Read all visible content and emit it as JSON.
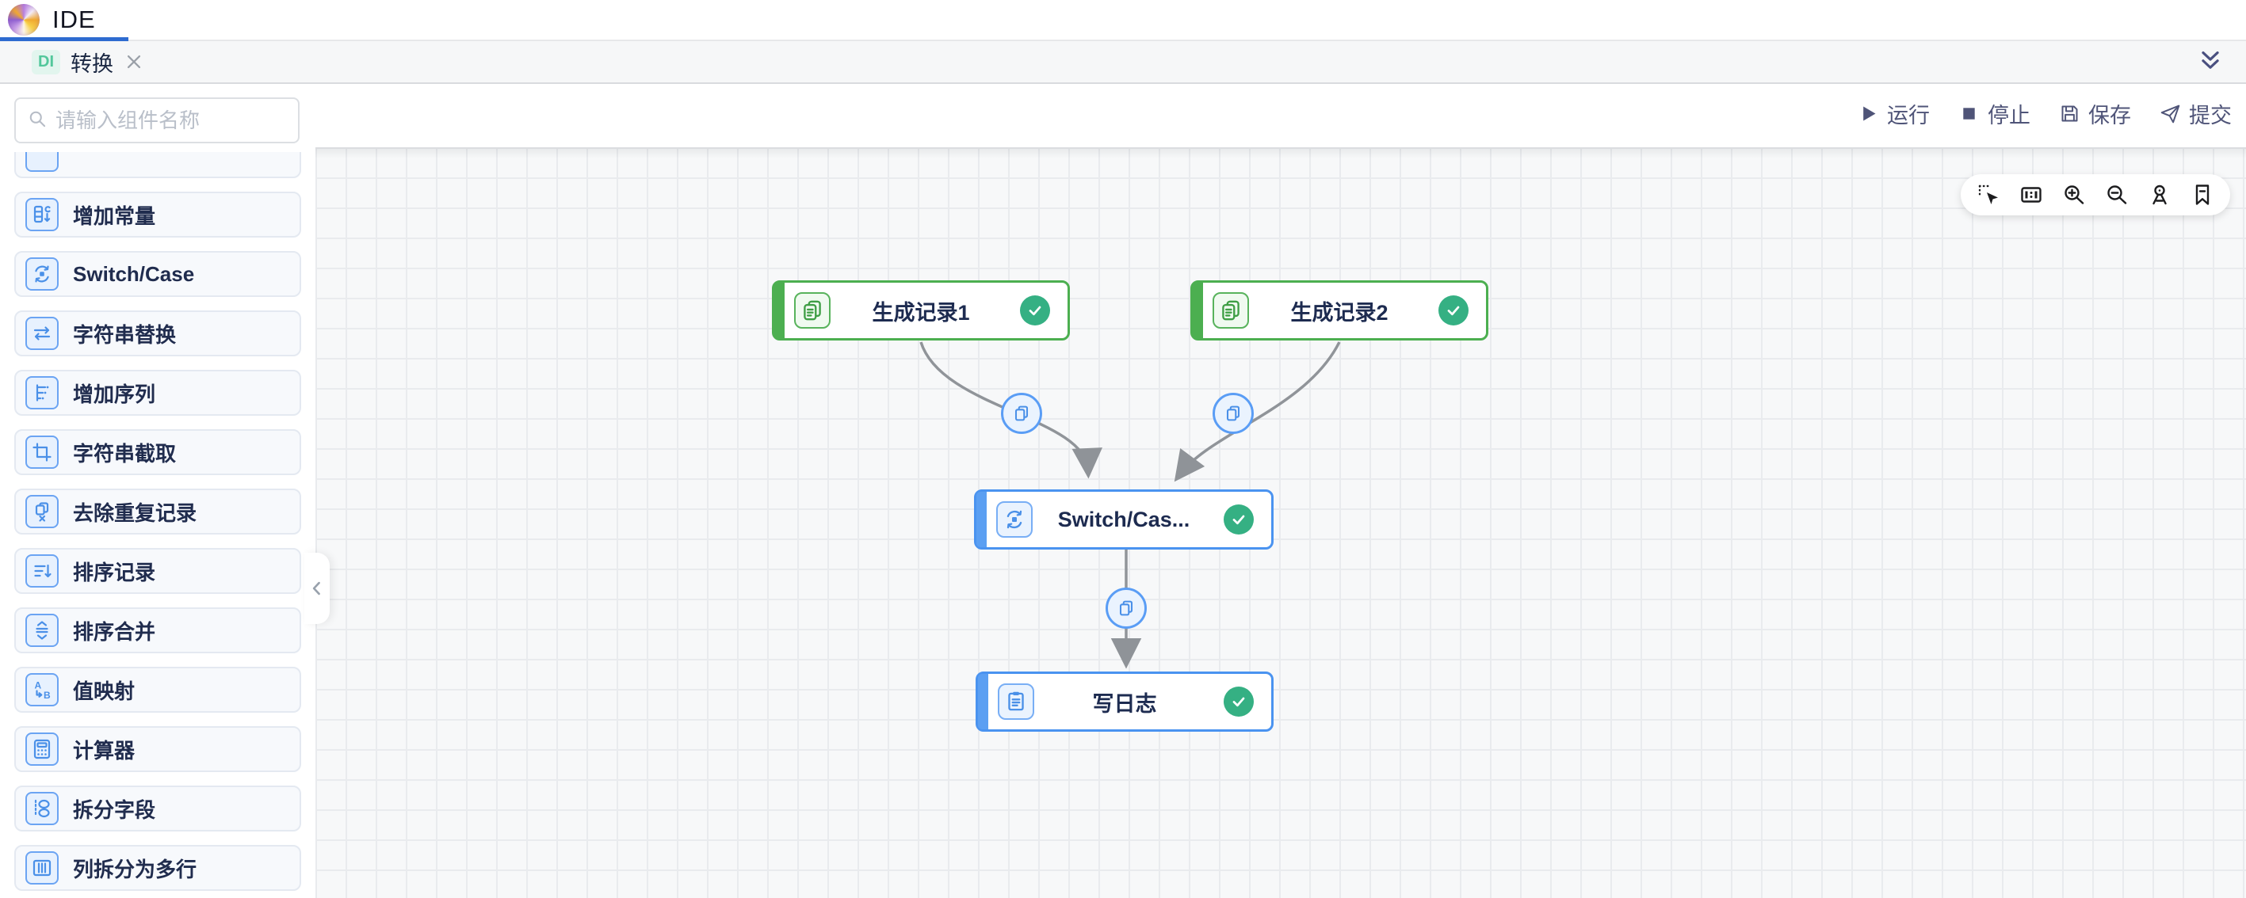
{
  "header": {
    "app_title": "IDE",
    "logo": "app-logo"
  },
  "tab_bar": {
    "tabs": [
      {
        "badge": "DI",
        "label": "转换",
        "close_icon": "close-icon"
      }
    ],
    "collapse_all_icon": "double-chevron-down-icon"
  },
  "toolbar": {
    "actions": [
      {
        "id": "run",
        "icon": "play-icon",
        "label": "运行"
      },
      {
        "id": "stop",
        "icon": "stop-icon",
        "label": "停止"
      },
      {
        "id": "save",
        "icon": "save-icon",
        "label": "保存"
      },
      {
        "id": "submit",
        "icon": "send-icon",
        "label": "提交"
      }
    ]
  },
  "sidebar": {
    "search": {
      "icon": "search-icon",
      "placeholder": "请输入组件名称",
      "value": ""
    },
    "partial_item_at_top": true,
    "items": [
      {
        "label": "增加常量",
        "icon": "add-constant-icon"
      },
      {
        "label": "Switch/Case",
        "icon": "switch-case-icon"
      },
      {
        "label": "字符串替换",
        "icon": "string-replace-icon"
      },
      {
        "label": "增加序列",
        "icon": "add-sequence-icon"
      },
      {
        "label": "字符串截取",
        "icon": "string-substring-icon"
      },
      {
        "label": "去除重复记录",
        "icon": "dedupe-records-icon"
      },
      {
        "label": "排序记录",
        "icon": "sort-records-icon"
      },
      {
        "label": "排序合并",
        "icon": "sorted-merge-icon"
      },
      {
        "label": "值映射",
        "icon": "value-map-icon"
      },
      {
        "label": "计算器",
        "icon": "calculator-icon"
      },
      {
        "label": "拆分字段",
        "icon": "split-fields-icon"
      },
      {
        "label": "列拆分为多行",
        "icon": "column-to-rows-icon"
      }
    ],
    "collapse_handle_icon": "chevron-left-icon"
  },
  "canvas": {
    "toolbar_icons": [
      "marquee-select-icon",
      "minimap-icon",
      "zoom-in-icon",
      "zoom-out-icon",
      "locate-icon",
      "bookmark-icon"
    ],
    "nodes": [
      {
        "label": "生成记录1",
        "icon": "generate-records-icon",
        "color": "green",
        "status": "success"
      },
      {
        "label": "生成记录2",
        "icon": "generate-records-icon",
        "color": "green",
        "status": "success"
      },
      {
        "label": "Switch/Cas...",
        "icon": "switch-case-icon",
        "color": "blue",
        "status": "success"
      },
      {
        "label": "写日志",
        "icon": "write-log-icon",
        "color": "blue",
        "status": "success"
      }
    ],
    "edges": [
      {
        "from": "生成记录1",
        "to": "Switch/Cas...",
        "badge_icon": "copy-icon"
      },
      {
        "from": "生成记录2",
        "to": "Switch/Cas...",
        "badge_icon": "copy-icon"
      },
      {
        "from": "Switch/Cas...",
        "to": "写日志",
        "badge_icon": "copy-icon"
      }
    ],
    "colors": {
      "node_green": "#4caf50",
      "node_blue": "#4a93f0",
      "status_success": "#35b083",
      "edge": "#909499",
      "accent_blue": "#2e6bd0"
    }
  }
}
